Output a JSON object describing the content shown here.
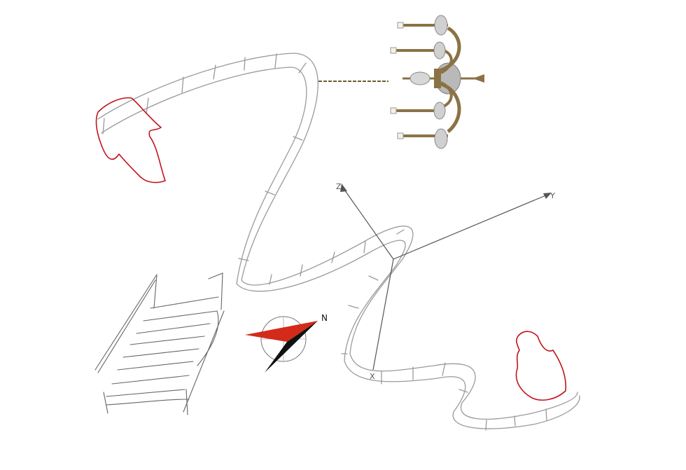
{
  "axes": {
    "z_label": "Z",
    "y_label": "Y",
    "x_label": "X"
  },
  "compass": {
    "north_label": "N"
  },
  "icons": {
    "compass": "compass-icon",
    "chandelier": "chandelier-icon",
    "staircase": "staircase-sketch-icon",
    "flame": "flame-sketch-icon"
  },
  "colors": {
    "ribbon_stroke": "#9a9a9a",
    "flame_red": "#c0141c",
    "compass_red": "#d42a1a",
    "compass_black": "#111111",
    "axis_gray": "#555555",
    "brass": "#8a7244"
  }
}
